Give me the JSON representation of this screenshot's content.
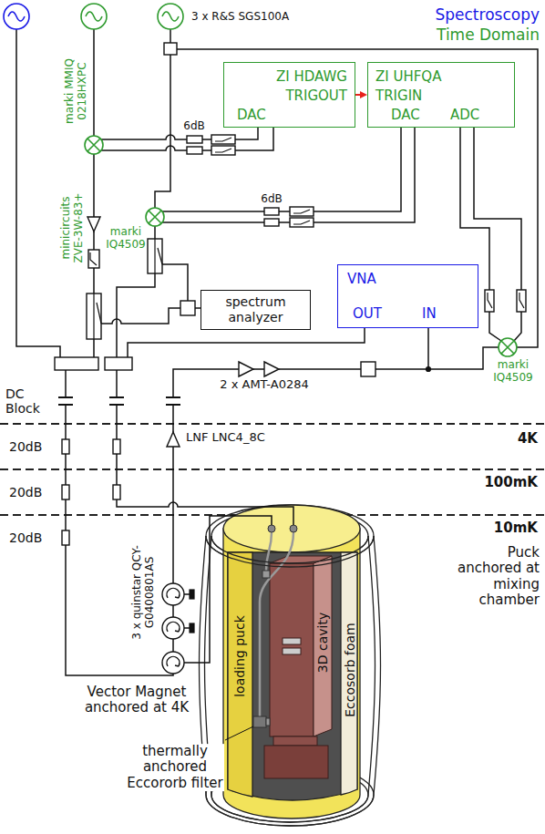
{
  "diagram": {
    "nodes": [
      {
        "text": [
          "ZI HDAWG",
          "TRIGOUT",
          "DAC"
        ]
      },
      {
        "text": [
          "ZI UHFQA",
          "TRIGIN",
          "DAC",
          "ADC"
        ]
      },
      {
        "text": [
          "VNA",
          "OUT",
          "IN"
        ]
      },
      {
        "text": [
          "spectrum analyzer"
        ]
      }
    ],
    "edges": [
      {
        "from": 0,
        "to": 1,
        "arrow": "to"
      }
    ],
    "labels": [
      "Spectroscopy",
      "Time Domain",
      "3 x R&S SGS100A",
      "marki MMIQ 0218HXPC",
      "6dB",
      "minicircuits ZVE-3W-83+",
      "marki IQ4509",
      "6dB",
      "marki IQ4509",
      "DC Block",
      "4K",
      "20dB",
      "20dB",
      "100mK",
      "20dB",
      "10mK",
      "LNF LNC4_8C",
      "2 x AMT-A0284",
      "3 x quinstar QCY-G0400801AS",
      "Puck anchored at mixing chamber",
      "Vector Magnet anchored at 4K",
      "loading puck",
      "3D cavity",
      "Eccosorb foam",
      "thermally anchored Eccororb filter"
    ]
  }
}
